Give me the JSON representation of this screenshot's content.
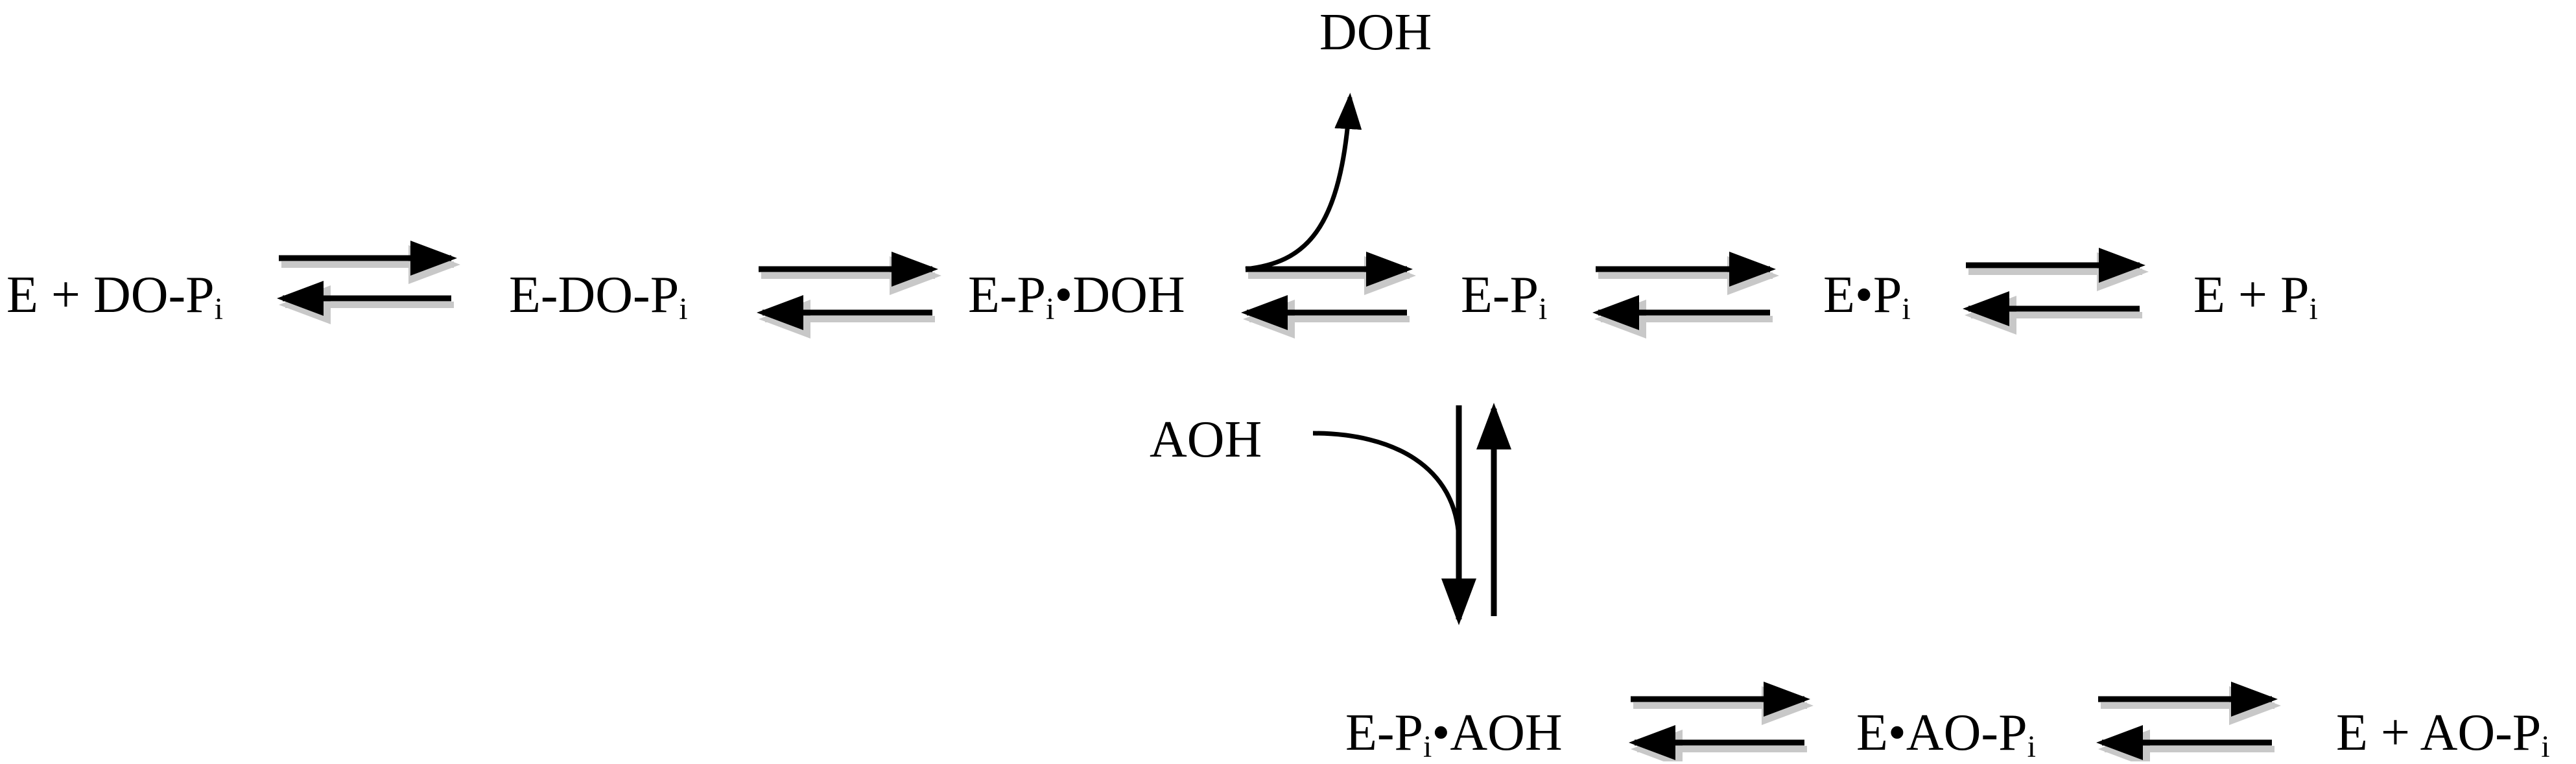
{
  "diagram": {
    "colors": {
      "ink": "#000000",
      "shadow": "#c8c8c8",
      "background": "#ffffff"
    },
    "species": {
      "e_do_pi": {
        "main": "E + DO-P",
        "sub": "i",
        "tail": ""
      },
      "e_dash_do_pi": {
        "main": "E-DO-P",
        "sub": "i",
        "tail": ""
      },
      "e_pi_doh": {
        "main": "E-P",
        "sub": "i",
        "tail": "•DOH"
      },
      "e_pi": {
        "main": "E-P",
        "sub": "i",
        "tail": ""
      },
      "e_dot_pi": {
        "main": "E•P",
        "sub": "i",
        "tail": ""
      },
      "e_plus_pi": {
        "main": "E + P",
        "sub": "i",
        "tail": ""
      },
      "doh": {
        "main": "DOH",
        "sub": "",
        "tail": ""
      },
      "aoh": {
        "main": "AOH",
        "sub": "",
        "tail": ""
      },
      "e_pi_aoh": {
        "main": "E-P",
        "sub": "i",
        "tail": "•AOH"
      },
      "e_ao_pi": {
        "main": "E•AO-P",
        "sub": "i",
        "tail": ""
      },
      "e_plus_ao_pi": {
        "main": "E + AO-P",
        "sub": "i",
        "tail": ""
      }
    },
    "equilibria": [
      {
        "from": "E + DO-Pi",
        "to": "E-DO-Pi"
      },
      {
        "from": "E-DO-Pi",
        "to": "E-Pi•DOH"
      },
      {
        "from": "E-Pi•DOH",
        "to": "E-Pi"
      },
      {
        "from": "E-Pi",
        "to": "E•Pi"
      },
      {
        "from": "E•Pi",
        "to": "E + Pi"
      },
      {
        "from": "E-Pi",
        "to": "E-Pi•AOH"
      },
      {
        "from": "E-Pi•AOH",
        "to": "E•AO-Pi"
      },
      {
        "from": "E•AO-Pi",
        "to": "E + AO-Pi"
      }
    ],
    "branches": [
      {
        "species": "DOH",
        "direction": "released"
      },
      {
        "species": "AOH",
        "direction": "enters"
      }
    ]
  }
}
